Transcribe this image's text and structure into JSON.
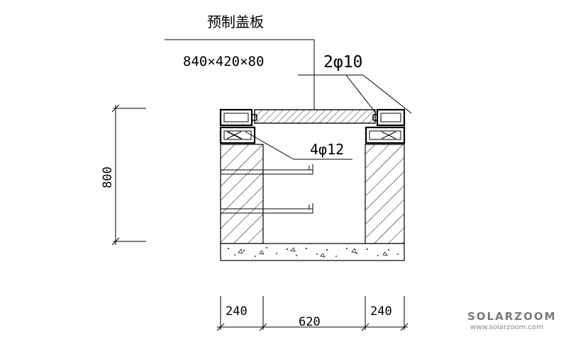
{
  "labels": {
    "title": "预制盖板",
    "slab_size": "840×420×80",
    "top_rebar": "2φ10",
    "side_rebar": "4φ12",
    "height_dim": "800",
    "dim_left": "240",
    "dim_center": "620",
    "dim_right": "240"
  },
  "watermark": {
    "brand": "SOLARZOOM",
    "url": "www.solarzoom.com"
  }
}
